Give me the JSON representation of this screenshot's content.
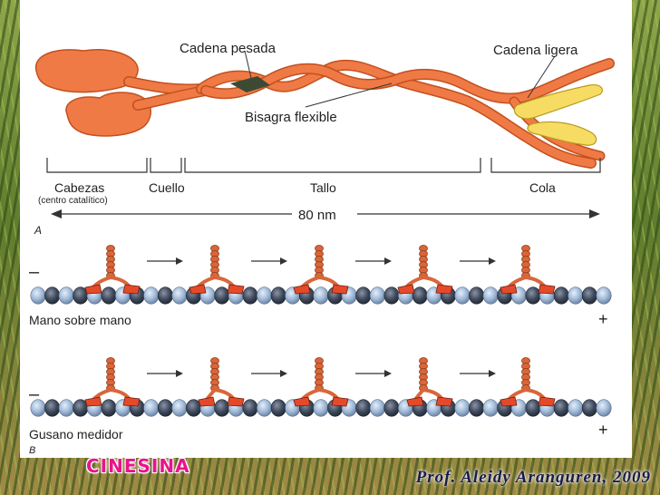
{
  "labels": {
    "heavy_chain": "Cadena pesada",
    "light_chain": "Cadena ligera",
    "flexible_hinge": "Bisagra flexible",
    "heads": "Cabezas",
    "catalytic_center": "(centro catalítico)",
    "neck": "Cuello",
    "stalk": "Tallo",
    "tail": "Cola",
    "length": "80 nm",
    "panel_a": "A",
    "panel_b": "B",
    "hand_over_hand": "Mano sobre mano",
    "inchworm": "Gusano medidor",
    "minus": "–",
    "plus": "+"
  },
  "title": "CINESINA",
  "credit": "Prof. Aleidy Aranguren, 2009",
  "colors": {
    "kinesin_body": "#f07a45",
    "kinesin_outline": "#c2501e",
    "light_chain": "#f6dc62",
    "tubulin_light": "#a9c3e0",
    "tubulin_dark": "#3f4a5c",
    "motor_head": "#e44a2a",
    "title_magenta": "#e9138c"
  }
}
